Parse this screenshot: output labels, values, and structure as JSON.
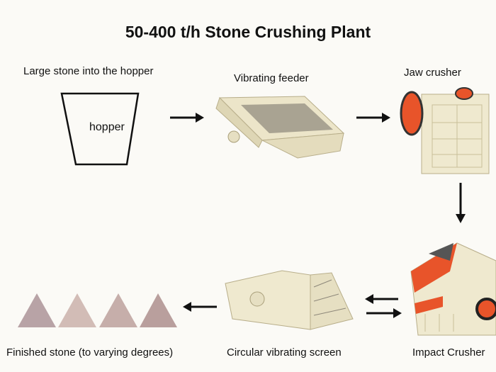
{
  "title": "50-400 t/h Stone Crushing Plant",
  "steps": {
    "hopper_caption": "Large stone into the hopper",
    "hopper_label": "hopper",
    "feeder": "Vibrating feeder",
    "jaw": "Jaw crusher",
    "impact": "Impact Crusher",
    "screen": "Circular vibrating screen",
    "finished": "Finished stone (to varying degrees)"
  },
  "colors": {
    "machine": "#efe9cf",
    "accent": "#e8542a",
    "stone": "#c9b2b0"
  }
}
